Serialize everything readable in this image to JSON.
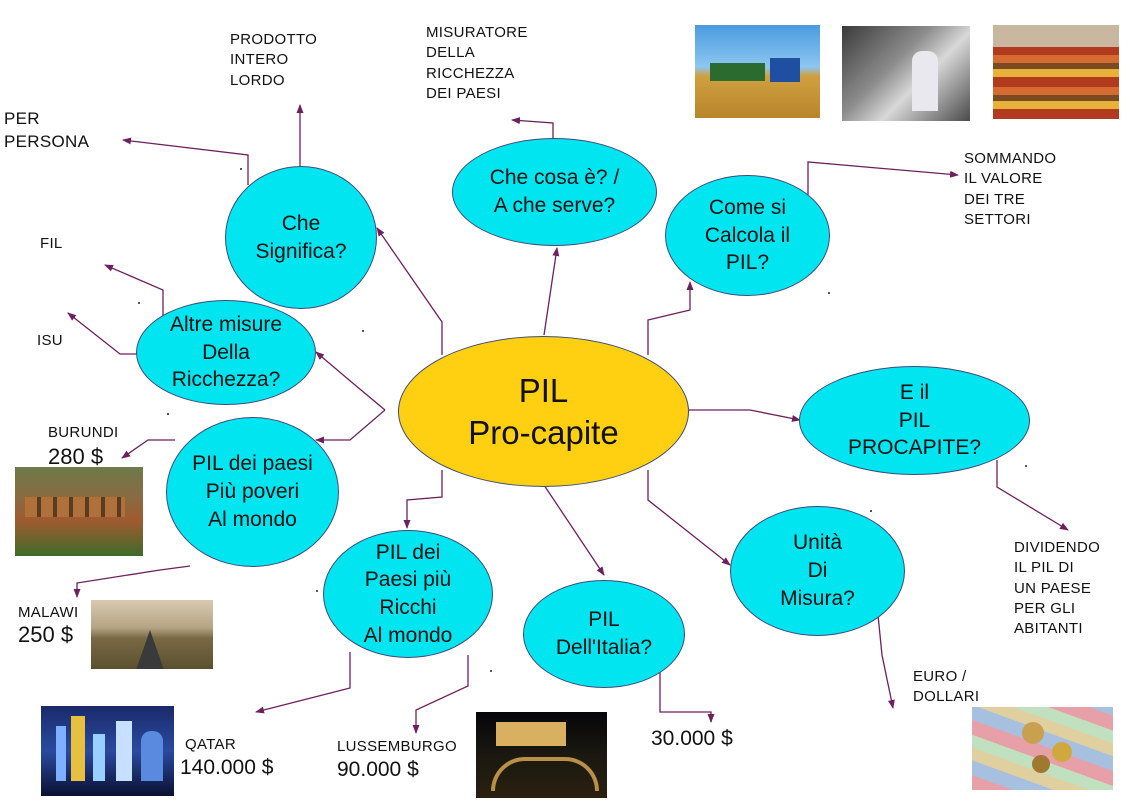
{
  "center": {
    "title": "PIL\nPro-capite"
  },
  "nodes": {
    "significa": "Che\nSignifica?",
    "cosa": "Che cosa è? /\nA che serve?",
    "calcola": "Come si\nCalcola il\nPIL?",
    "altre": "Altre misure\nDella\nRicchezza?",
    "procapite": "E il\nPIL\nPROCAPITE?",
    "poveri": "PIL dei paesi\nPiù poveri\nAl mondo",
    "ricchi": "PIL dei\nPaesi più\nRicchi\nAl mondo",
    "italia": "PIL\nDell'Italia?",
    "unita": "Unità\nDi\nMisura?"
  },
  "labels": {
    "prodotto": "PRODOTTO\nINTERO\nLORDO",
    "misuratore": "MISURATORE\nDELLA\nRICCHEZZA\nDEI PAESI",
    "per_persona": "PER\nPERSONA",
    "sommando": "SOMMANDO\nIL VALORE\nDEI TRE\nSETTORI",
    "fil": "FIL",
    "isu": "ISU",
    "dividendo": "DIVIDENDO\nIL PIL DI\nUN PAESE\nPER GLI\nABITANTI",
    "euro": "EURO /\nDOLLARI",
    "burundi": "BURUNDI",
    "burundi_value": "280 $",
    "malawi": "MALAWI",
    "malawi_value": "250 $",
    "qatar": "QATAR",
    "qatar_value": "140.000 $",
    "lussemburgo": "LUSSEMBURGO",
    "lussemburgo_value": "90.000 $",
    "italia_value": "30.000 $"
  },
  "colors": {
    "node_fill": "#00e5f0",
    "center_fill": "#ffd012",
    "connector": "#6e1f5e",
    "node_border": "#3f4a7a"
  },
  "images": [
    "harvester-field-photo",
    "factory-worker-photo",
    "supermarket-shelves-photo",
    "burundi-village-photo",
    "malawi-road-photo",
    "qatar-skyline-photo",
    "luxembourg-bridge-photo",
    "euro-banknotes-coins-photo"
  ]
}
